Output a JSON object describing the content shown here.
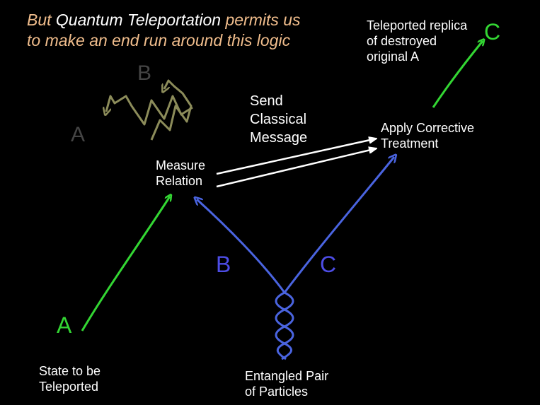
{
  "colors": {
    "background": "#000000",
    "headline_warm": "#f0bd8c",
    "headline_white": "#ffffff",
    "label_white": "#ffffff",
    "arrow_green": "#33d633",
    "arrow_blue": "#4a64e0",
    "label_blue": "#4d4de6",
    "faded_gray": "#454545",
    "faded_olive": "#8c8c5a",
    "classical_white": "#ffffff"
  },
  "headline": {
    "line1_part1": "But ",
    "line1_part2": "Quantum Teleportation",
    "line1_part3": " permits us",
    "line2": "to make an end run around this logic"
  },
  "nodes": {
    "teleported_replica": [
      "Teleported replica",
      "of destroyed",
      "original A"
    ],
    "send_classical": [
      "Send",
      "Classical",
      "Message"
    ],
    "apply_corrective": [
      "Apply Corrective",
      "Treatment"
    ],
    "measure_relation": [
      "Measure",
      "Relation"
    ],
    "state_to_be": [
      "State to be",
      "Teleported"
    ],
    "entangled_pair": [
      "Entangled Pair",
      "of Particles"
    ]
  },
  "particle_labels": {
    "a_bottom": "A",
    "c_top": "C",
    "b_path": "B",
    "c_path": "C",
    "a_faded": "A",
    "b_faded": "B"
  }
}
